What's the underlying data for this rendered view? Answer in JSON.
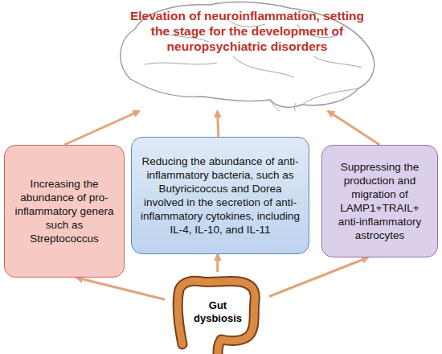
{
  "diagram": {
    "nodes": [
      {
        "text": [
          "Elevation of neuroinflammation, setting the stage for the development of neuropsychiatric disorders"
        ]
      },
      {
        "text": [
          "Increasing the abundance of pro-inflammatory genera such as Streptococcus"
        ]
      },
      {
        "text": [
          "Reducing the abundance of anti-inflammatory bacteria, such as Butyricicoccus and Dorea involved in the secretion of anti-inflammatory cytokines, including IL-4, IL-10, and IL-11"
        ]
      },
      {
        "text": [
          "Suppressing the production and migration of LAMP1+TRAIL+ anti-inflammatory astrocytes"
        ]
      },
      {
        "text": [
          "Gut dysbiosis"
        ]
      }
    ],
    "edges": [
      {
        "from": 4,
        "to": 1,
        "arrow": "to"
      },
      {
        "from": 4,
        "to": 2,
        "arrow": "to"
      },
      {
        "from": 4,
        "to": 3,
        "arrow": "to"
      },
      {
        "from": 1,
        "to": 0,
        "arrow": "to"
      },
      {
        "from": 2,
        "to": 0,
        "arrow": "to"
      },
      {
        "from": 3,
        "to": 0,
        "arrow": "to"
      }
    ]
  }
}
